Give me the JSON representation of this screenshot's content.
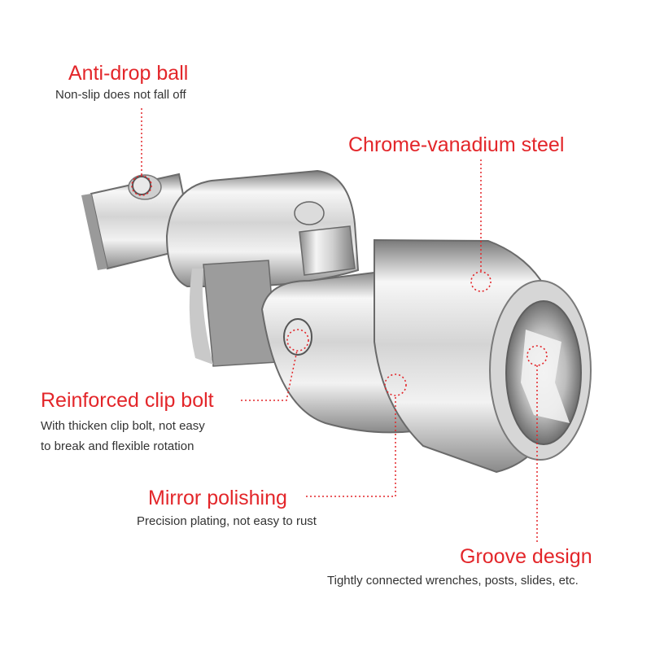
{
  "colors": {
    "accent": "#e3262a",
    "text": "#333333",
    "metal_light": "#f4f4f4",
    "metal_dark": "#6f6f6f"
  },
  "product": {
    "name": "universal-joint-socket-adapter"
  },
  "callouts": {
    "anti_drop": {
      "title": "Anti-drop ball",
      "desc": "Non-slip does not fall off"
    },
    "chrome": {
      "title": "Chrome-vanadium steel"
    },
    "clip_bolt": {
      "title": "Reinforced clip bolt",
      "desc1": "With thicken clip bolt, not easy",
      "desc2": "to break and flexible rotation"
    },
    "mirror": {
      "title": "Mirror polishing",
      "desc": "Precision plating, not easy to rust"
    },
    "groove": {
      "title": "Groove design",
      "desc": "Tightly connected wrenches, posts, slides, etc."
    }
  }
}
